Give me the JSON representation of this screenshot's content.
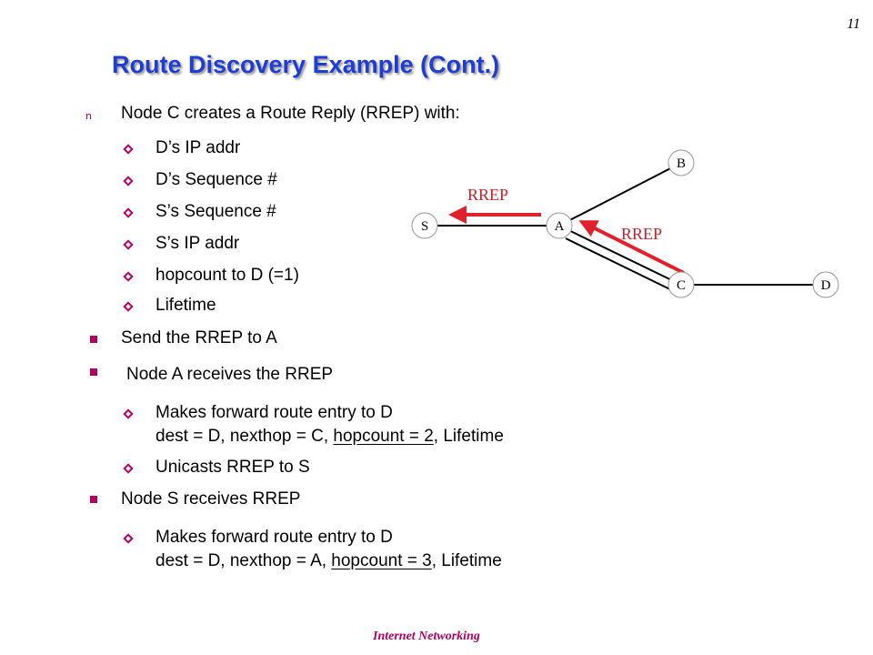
{
  "page_number": "11",
  "title": "Route Discovery Example (Cont.)",
  "footer": "Internet Networking",
  "colors": {
    "title": "#1f3cd6",
    "bullet": "#b5005e",
    "arrow": "#e0202a",
    "rrep_label": "#d0202a"
  },
  "content": {
    "intro": "Node C creates a Route Reply (RREP) with:",
    "rrep_fields": [
      "D’s IP addr",
      "D’s Sequence #",
      "S’s Sequence #",
      "S’s IP addr",
      "hopcount to D (=1)",
      "Lifetime"
    ],
    "send": "Send the RREP to A",
    "node_a": "Node A receives the RREP",
    "a_entry_title": "Makes forward route entry to D",
    "a_entry_pre": "dest = D, nexthop = C, ",
    "a_entry_hop": "hopcount = 2",
    "a_entry_post": ", Lifetime",
    "a_unicast": "Unicasts RREP to S",
    "node_s": "Node S receives RREP",
    "s_entry_title": "Makes forward route entry to D",
    "s_entry_pre": "dest = D, nexthop = A, ",
    "s_entry_hop": "hopcount = 3",
    "s_entry_post": ", Lifetime"
  },
  "diagram": {
    "nodes": {
      "S": "S",
      "A": "A",
      "B": "B",
      "C": "C",
      "D": "D"
    },
    "rrep_label_1": "RREP",
    "rrep_label_2": "RREP"
  }
}
